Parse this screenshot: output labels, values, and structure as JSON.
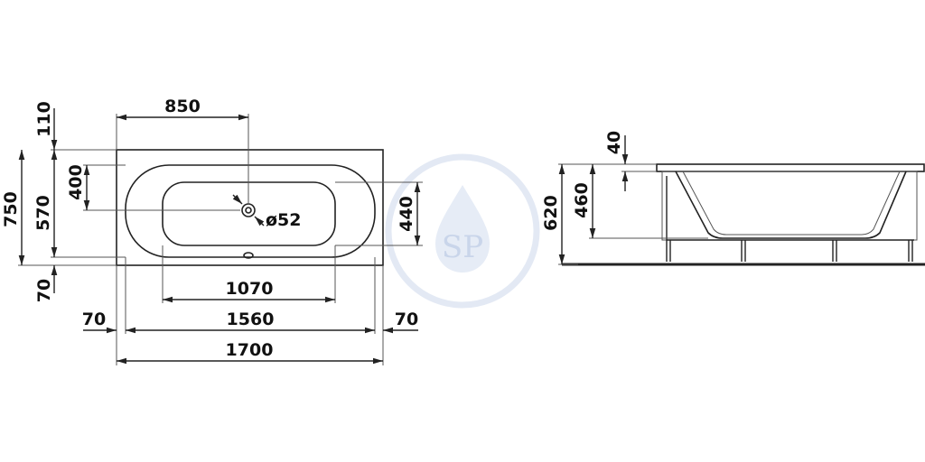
{
  "dimensions": {
    "top_width_to_drain": "850",
    "top_margin": "110",
    "inner_height": "400",
    "overall_width": "750",
    "rim_height": "570",
    "bottom_margin": "70",
    "drain_diameter": "ø52",
    "basin_height": "440",
    "basin_length": "1070",
    "left_margin": "70",
    "inner_length": "1560",
    "right_margin": "70",
    "overall_length": "1700",
    "rim_thickness": "40",
    "inside_depth": "460",
    "total_height": "620"
  },
  "watermark": {
    "monogram": "SP",
    "color": "#dfe6f3"
  }
}
